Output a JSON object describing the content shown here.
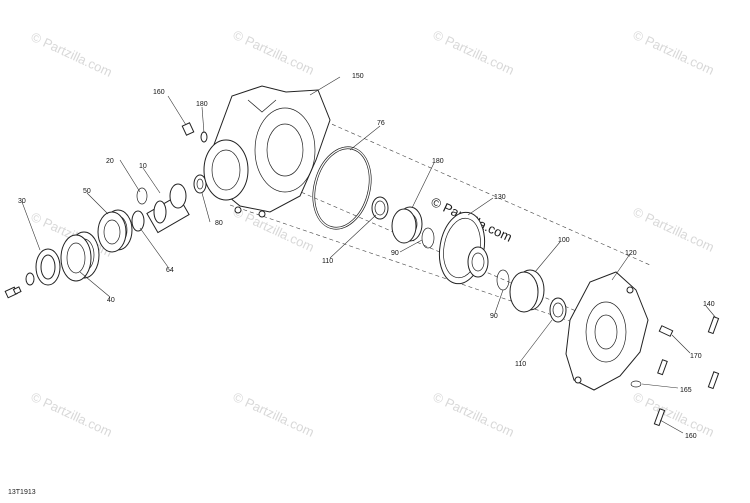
{
  "diagram": {
    "watermark_text": "© Partzilla.com",
    "reference_code": "13T1913",
    "callouts": {
      "c150": "150",
      "c160a": "160",
      "c180a": "180",
      "c76": "76",
      "c20": "20",
      "c10": "10",
      "c180b": "180",
      "c130": "130",
      "c50": "50",
      "c30": "30",
      "c80": "80",
      "c90a": "90",
      "c100": "100",
      "c64": "64",
      "c120": "120",
      "c110a": "110",
      "c40": "40",
      "c90b": "90",
      "c140": "140",
      "c110b": "110",
      "c170": "170",
      "c165": "165",
      "c160b": "160"
    }
  }
}
